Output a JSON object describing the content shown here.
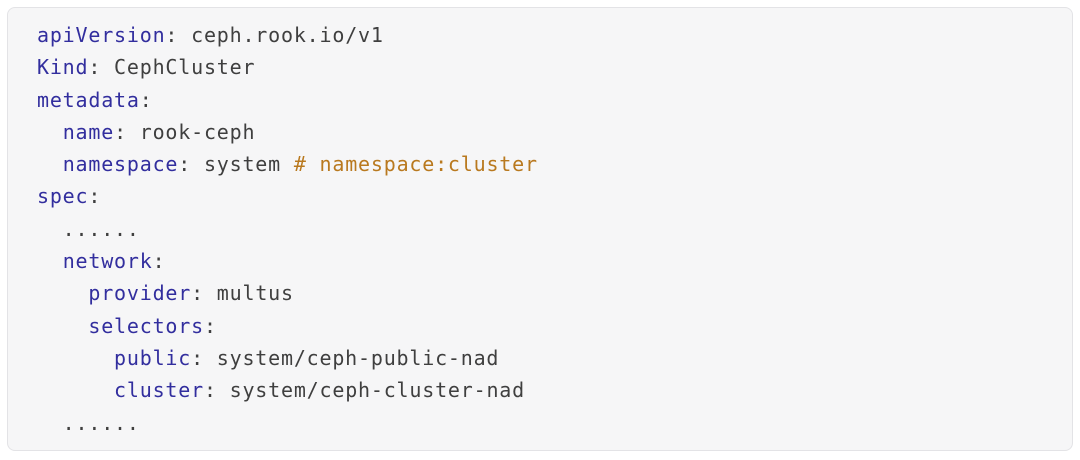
{
  "colors": {
    "key": "#322e9e",
    "plain": "#3f3f3f",
    "comment": "#b9791f",
    "panel_bg": "#f6f6f7",
    "panel_border": "#e3e3e6",
    "page_bg": "#ffffff"
  },
  "code_block": {
    "language": "yaml",
    "lines": [
      {
        "tokens": [
          {
            "t": "apiVersion",
            "c": "key"
          },
          {
            "t": ": ceph.rook.io/v1",
            "c": "plain"
          }
        ]
      },
      {
        "tokens": [
          {
            "t": "Kind",
            "c": "key"
          },
          {
            "t": ": CephCluster",
            "c": "plain"
          }
        ]
      },
      {
        "tokens": [
          {
            "t": "metadata",
            "c": "key"
          },
          {
            "t": ":",
            "c": "plain"
          }
        ]
      },
      {
        "tokens": [
          {
            "t": "  ",
            "c": "plain"
          },
          {
            "t": "name",
            "c": "key"
          },
          {
            "t": ": rook-ceph",
            "c": "plain"
          }
        ]
      },
      {
        "tokens": [
          {
            "t": "  ",
            "c": "plain"
          },
          {
            "t": "namespace",
            "c": "key"
          },
          {
            "t": ": system ",
            "c": "plain"
          },
          {
            "t": "# namespace:cluster",
            "c": "comment"
          }
        ]
      },
      {
        "tokens": [
          {
            "t": "spec",
            "c": "key"
          },
          {
            "t": ":",
            "c": "plain"
          }
        ]
      },
      {
        "tokens": [
          {
            "t": "  ......",
            "c": "plain"
          }
        ]
      },
      {
        "tokens": [
          {
            "t": "  ",
            "c": "plain"
          },
          {
            "t": "network",
            "c": "key"
          },
          {
            "t": ":",
            "c": "plain"
          }
        ]
      },
      {
        "tokens": [
          {
            "t": "    ",
            "c": "plain"
          },
          {
            "t": "provider",
            "c": "key"
          },
          {
            "t": ": multus",
            "c": "plain"
          }
        ]
      },
      {
        "tokens": [
          {
            "t": "    ",
            "c": "plain"
          },
          {
            "t": "selectors",
            "c": "key"
          },
          {
            "t": ":",
            "c": "plain"
          }
        ]
      },
      {
        "tokens": [
          {
            "t": "      ",
            "c": "plain"
          },
          {
            "t": "public",
            "c": "key"
          },
          {
            "t": ": system/ceph-public-nad",
            "c": "plain"
          }
        ]
      },
      {
        "tokens": [
          {
            "t": "      ",
            "c": "plain"
          },
          {
            "t": "cluster",
            "c": "key"
          },
          {
            "t": ": system/ceph-cluster-nad",
            "c": "plain"
          }
        ]
      },
      {
        "tokens": [
          {
            "t": "  ......",
            "c": "plain"
          }
        ]
      }
    ]
  }
}
